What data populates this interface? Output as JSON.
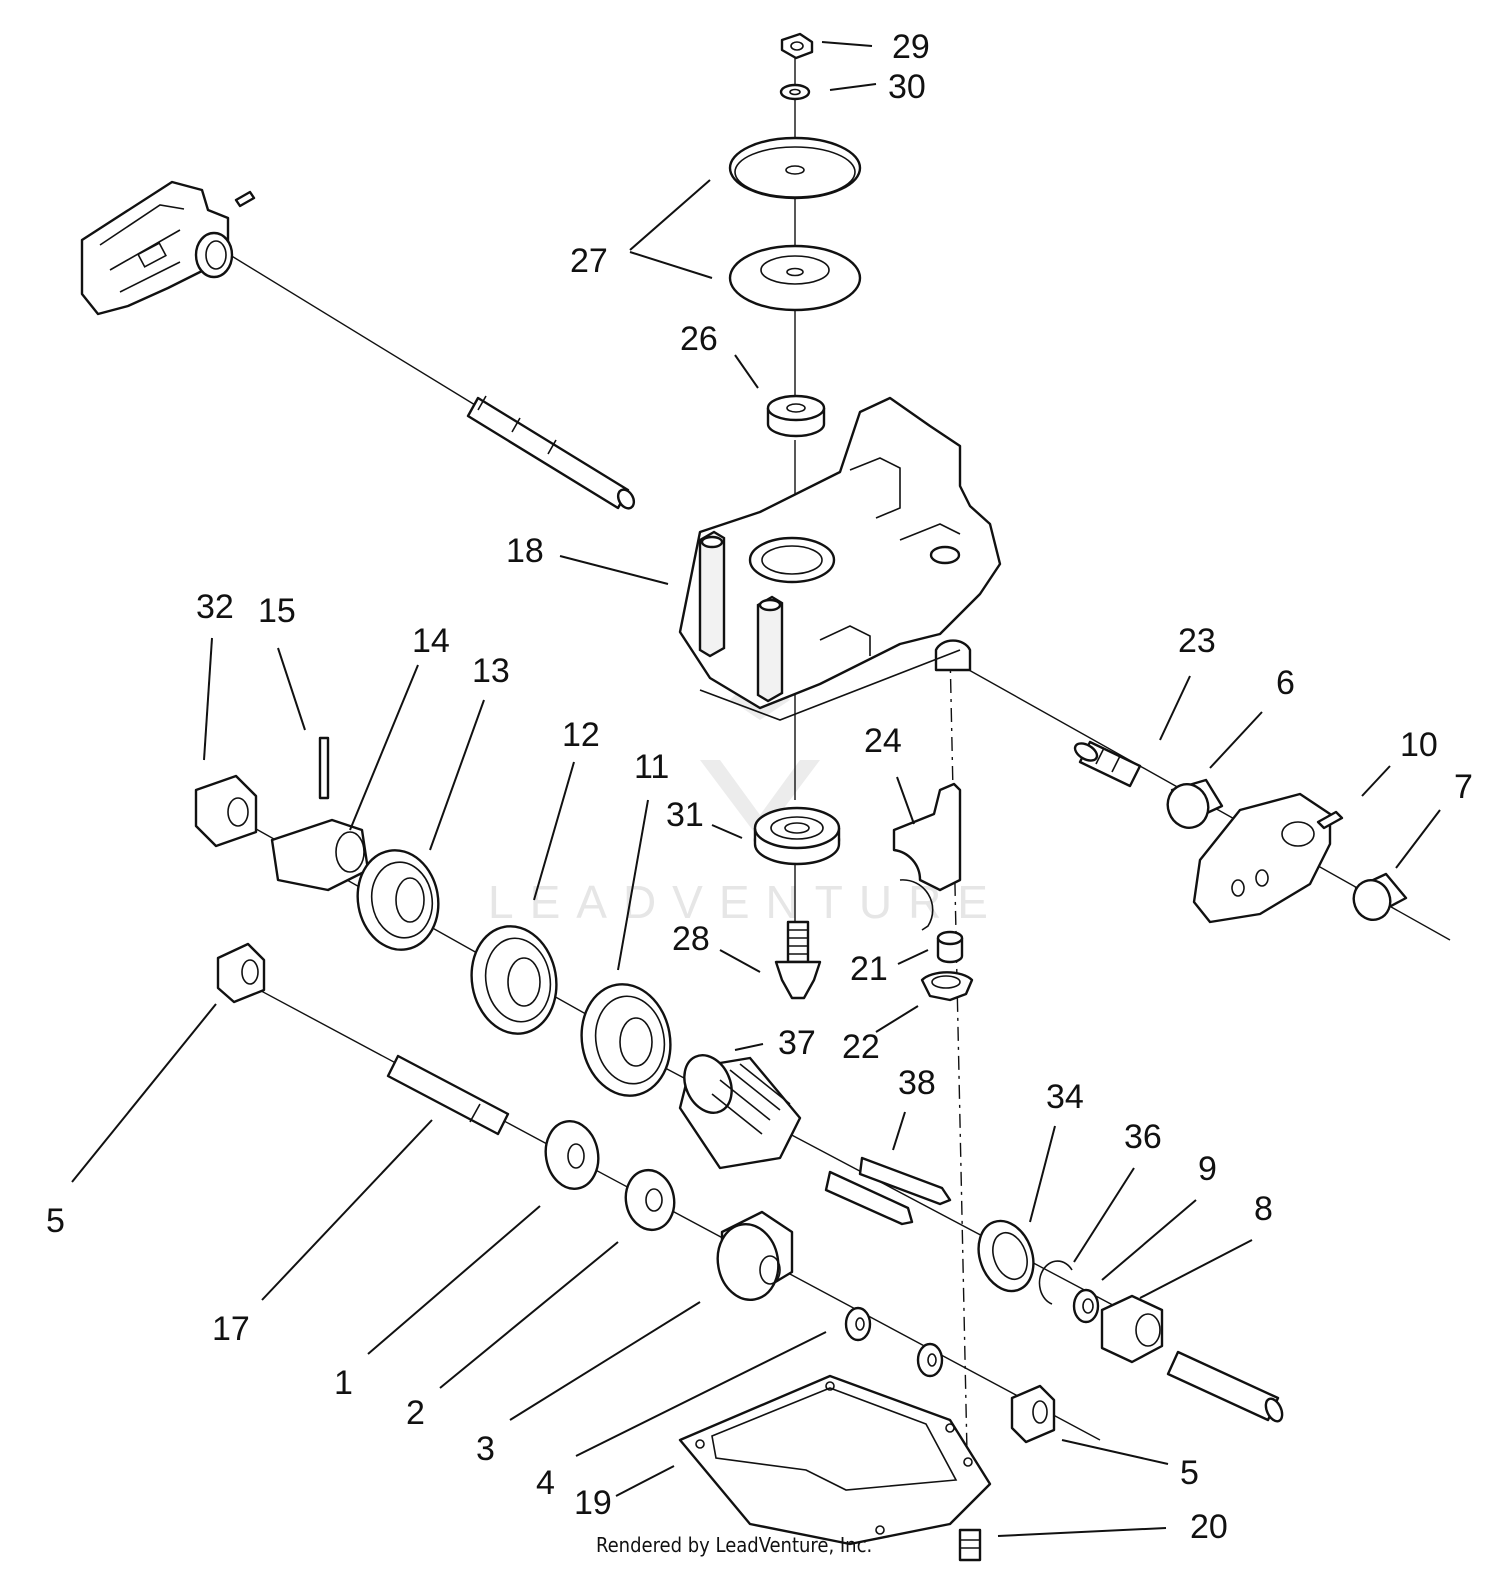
{
  "diagram": {
    "callouts": {
      "c1": "1",
      "c2": "2",
      "c3": "3",
      "c4": "4",
      "c5a": "5",
      "c5b": "5",
      "c6": "6",
      "c7": "7",
      "c8": "8",
      "c9": "9",
      "c10": "10",
      "c11": "11",
      "c12": "12",
      "c13": "13",
      "c14": "14",
      "c15": "15",
      "c17": "17",
      "c18": "18",
      "c19": "19",
      "c20": "20",
      "c21": "21",
      "c22": "22",
      "c23": "23",
      "c24": "24",
      "c26": "26",
      "c27": "27",
      "c28": "28",
      "c29": "29",
      "c30": "30",
      "c31": "31",
      "c32": "32",
      "c34": "34",
      "c36": "36",
      "c37": "37",
      "c38": "38"
    },
    "watermark": "LEADVENTURE",
    "credit": "Rendered by LeadVenture, Inc."
  }
}
